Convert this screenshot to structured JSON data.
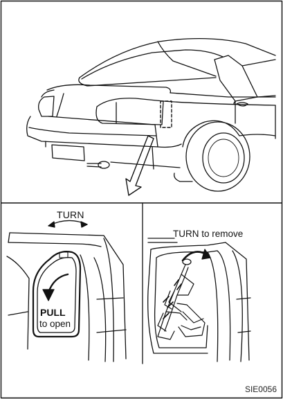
{
  "labels": {
    "turn": "TURN",
    "turn_to_remove": "TURN to remove",
    "pull_line1": "PULL",
    "pull_line2": "to open",
    "figure_code": "SIE0056"
  }
}
